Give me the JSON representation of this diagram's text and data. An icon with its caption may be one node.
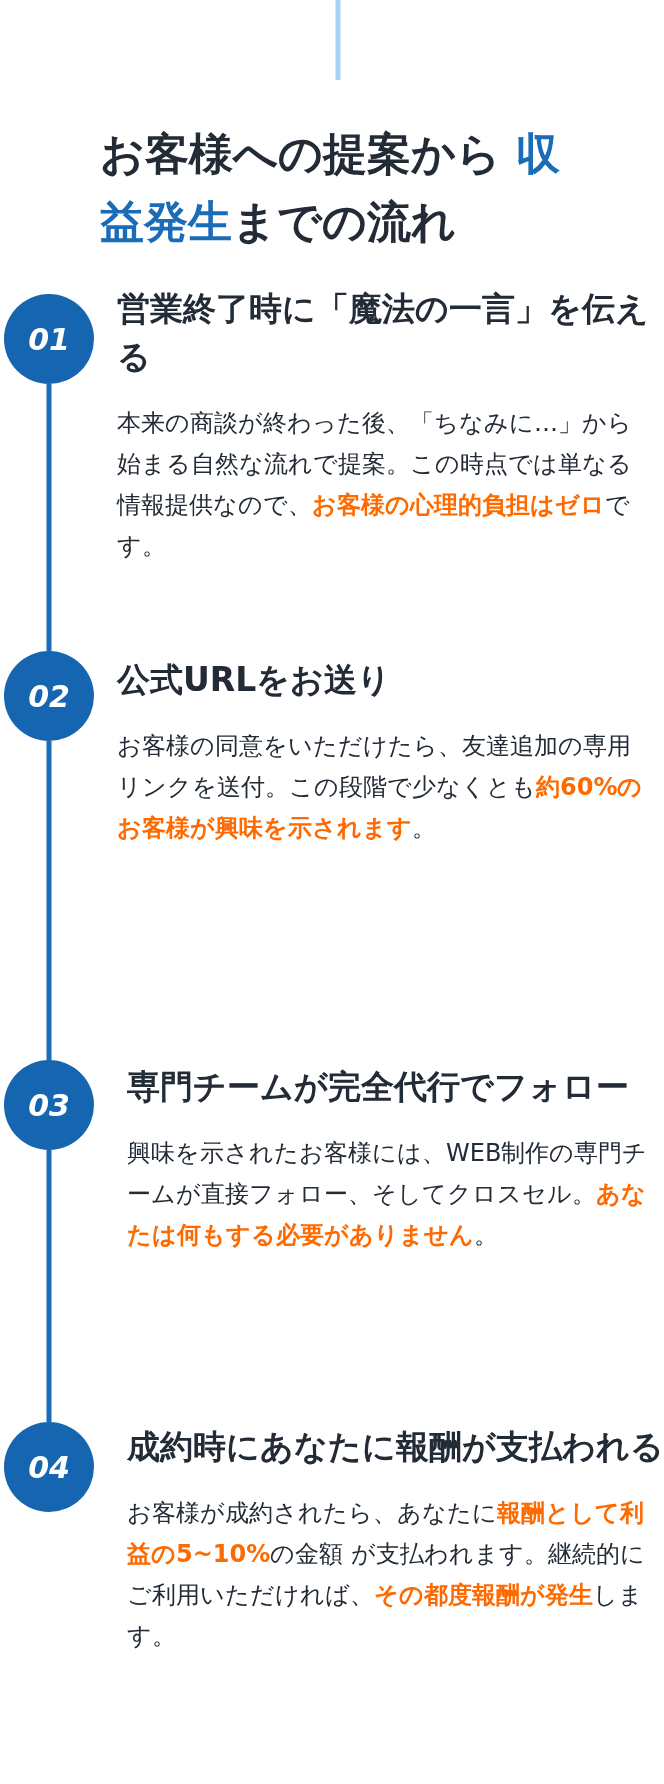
{
  "diagram": {
    "title": "お客様への提案から **収益発生**までの流れ",
    "nodes": [
      {
        "text": [
          "01"
        ]
      },
      {
        "text": [
          "営業終了時に「魔法の一言」を伝える",
          "本来の商談が終わった後、「ちなみに…」から始まる自然な流れで提案。この時点では単なる情報提供なので、**お客様の心理的負担はゼロ**です。"
        ]
      },
      {
        "text": [
          "02"
        ]
      },
      {
        "text": [
          "公式URLをお送り",
          "お客様の同意をいただけたら、友達追加の専用リンクを送付。この段階で少なくとも**約60%のお客様が興味を示されます**。"
        ]
      },
      {
        "text": [
          "03"
        ]
      },
      {
        "text": [
          "専門チームが完全代行でフォロー",
          "興味を示されたお客様には、WEB制作の専門チームが直接フォロー、そしてクロスセル。**あなたは何もする必要がありません**。"
        ]
      },
      {
        "text": [
          "04"
        ]
      },
      {
        "text": [
          "成約時にあなたに報酬が支払われる",
          "お客様が成約されたら、あなたに**報酬として利益の5~10%**の金額 が支払われます。継続的にご利用いただければ、**その都度報酬が発生**します。"
        ]
      }
    ],
    "edges": [
      {
        "from": 0,
        "to": 2,
        "arrow": "none"
      },
      {
        "from": 2,
        "to": 4,
        "arrow": "none"
      },
      {
        "from": 4,
        "to": 6,
        "arrow": "none"
      }
    ]
  }
}
